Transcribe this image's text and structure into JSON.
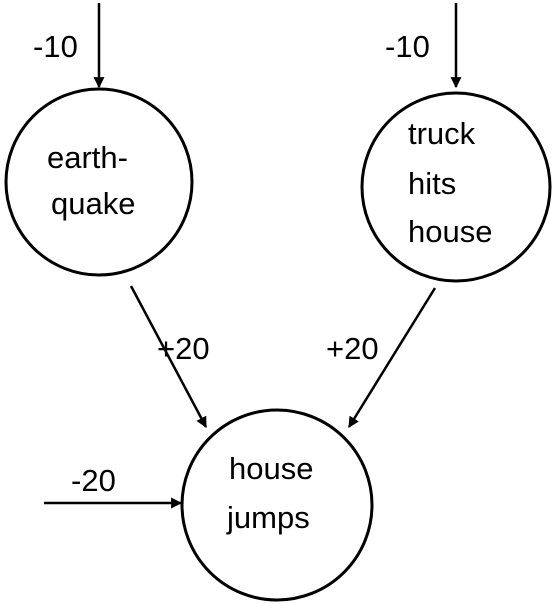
{
  "diagram": {
    "nodes": [
      {
        "id": "earthquake",
        "lines": [
          "earth-",
          "quake"
        ]
      },
      {
        "id": "truck",
        "lines": [
          "truck",
          "hits",
          "house"
        ]
      },
      {
        "id": "jumps",
        "lines": [
          "house",
          "jumps"
        ]
      }
    ],
    "inputs": [
      {
        "target": "earthquake",
        "label": "-10"
      },
      {
        "target": "truck",
        "label": "-10"
      },
      {
        "target": "jumps",
        "label": "-20"
      }
    ],
    "edges": [
      {
        "from": "earthquake",
        "to": "jumps",
        "label": "+20"
      },
      {
        "from": "truck",
        "to": "jumps",
        "label": "+20"
      }
    ]
  }
}
